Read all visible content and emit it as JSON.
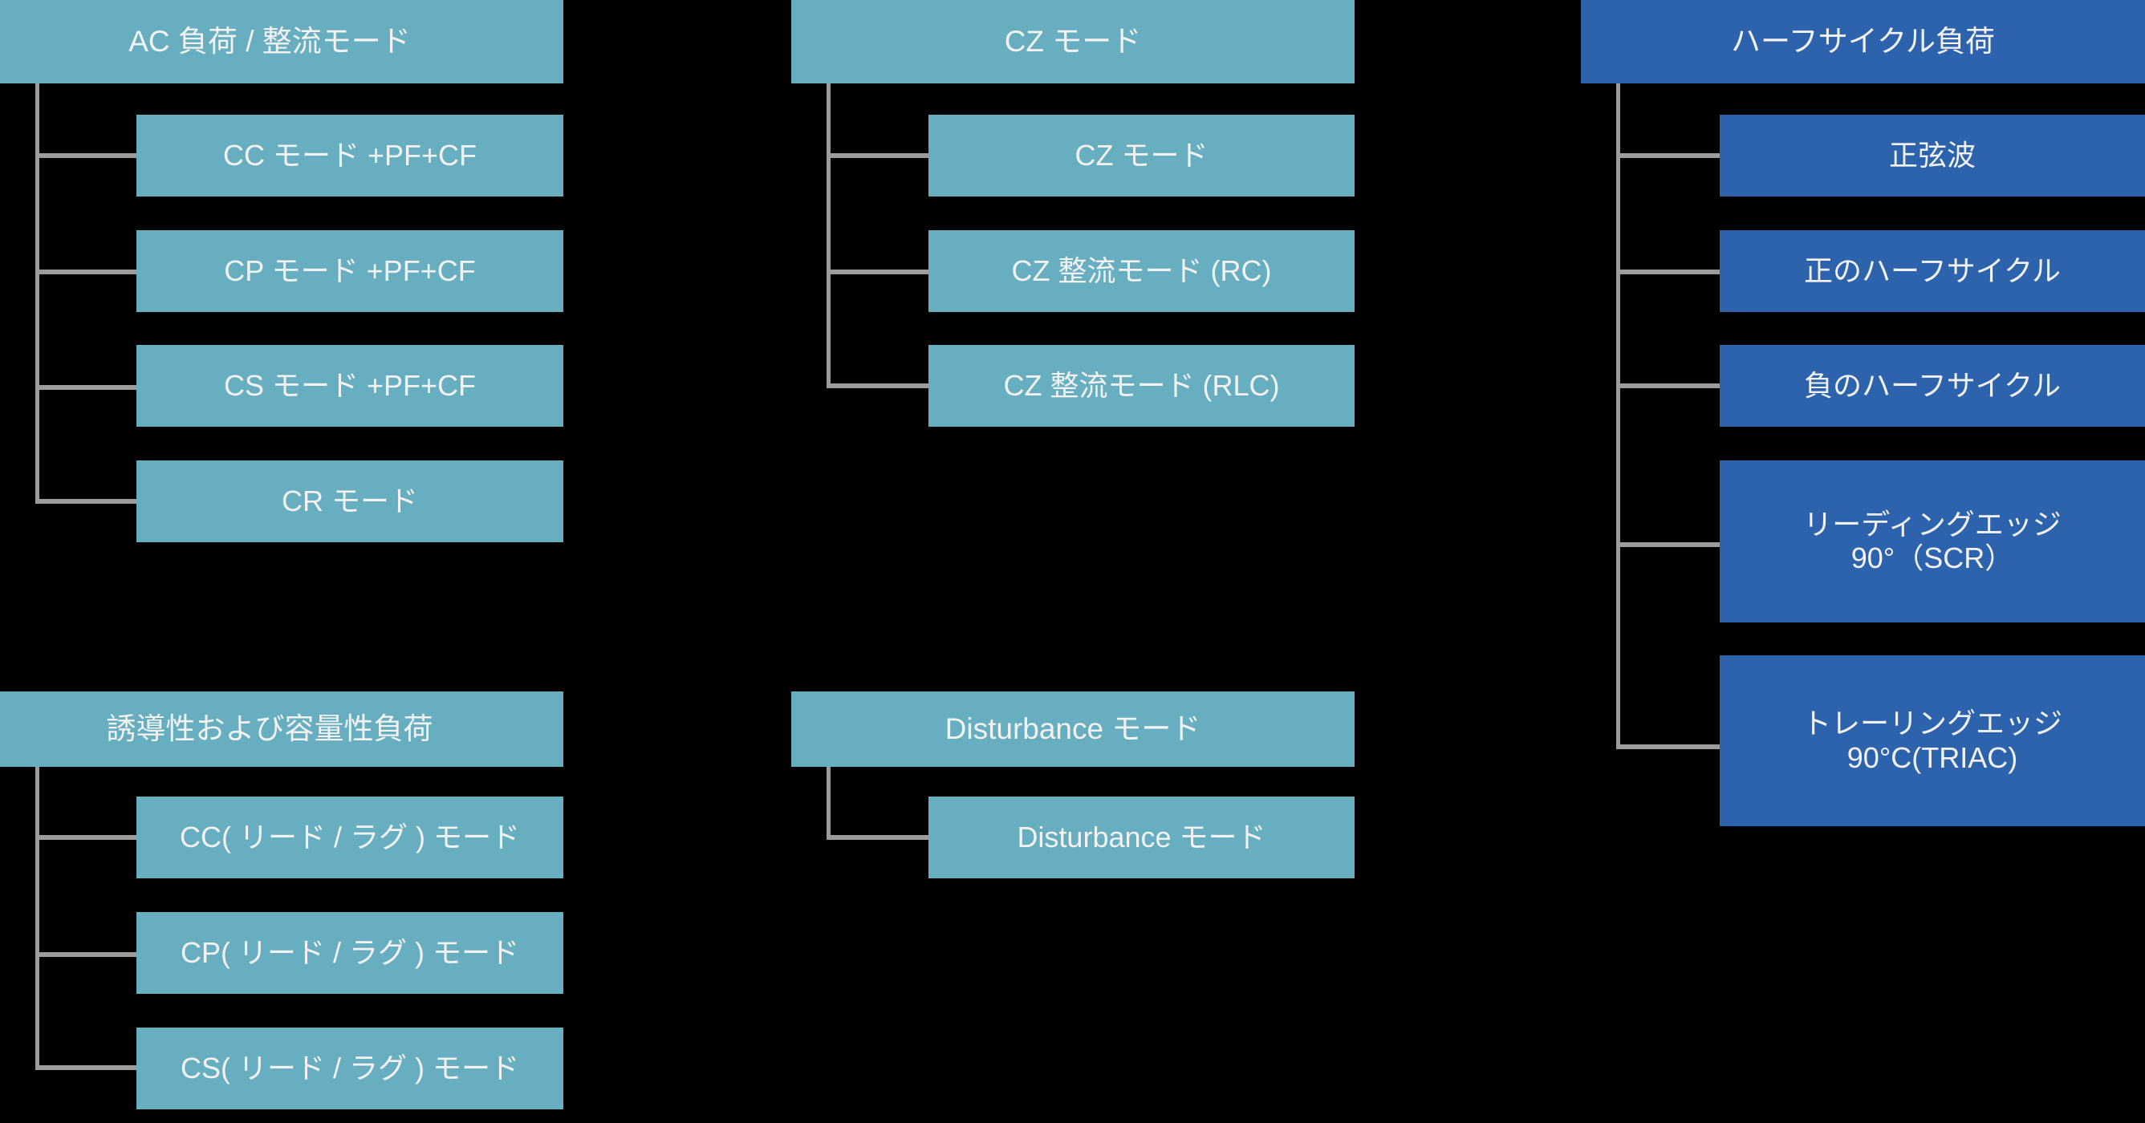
{
  "diagram": {
    "title": "",
    "type": "org-tree",
    "colors": {
      "teal_node": "#67afc0",
      "blue_node": "#2d63ad",
      "connector": "#9c9c9c",
      "background": "#000000",
      "text": "#f2f2f2"
    },
    "groups": [
      {
        "id": "ac-load-rectify",
        "color": "teal",
        "root": "AC 負荷 / 整流モード",
        "children": [
          "CC モード +PF+CF",
          "CP モード +PF+CF",
          "CS モード +PF+CF",
          "CR モード"
        ]
      },
      {
        "id": "cz-mode",
        "color": "teal",
        "root": "CZ モード",
        "children": [
          "CZ モード",
          "CZ 整流モード (RC)",
          "CZ 整流モード (RLC)"
        ]
      },
      {
        "id": "half-cycle-load",
        "color": "blue",
        "root": "ハーフサイクル負荷",
        "children": [
          "正弦波",
          "正のハーフサイクル",
          "負のハーフサイクル",
          "リーディングエッジ\n90°（SCR）",
          "トレーリングエッジ\n90°C(TRIAC)"
        ]
      },
      {
        "id": "inductive-capacitive-load",
        "color": "teal",
        "root": "誘導性および容量性負荷",
        "children": [
          "CC( リード / ラグ ) モード",
          "CP( リード / ラグ ) モード",
          "CS( リード / ラグ ) モード"
        ]
      },
      {
        "id": "disturbance-mode",
        "color": "teal",
        "root": "Disturbance モード",
        "children": [
          "Disturbance モード"
        ]
      }
    ]
  }
}
